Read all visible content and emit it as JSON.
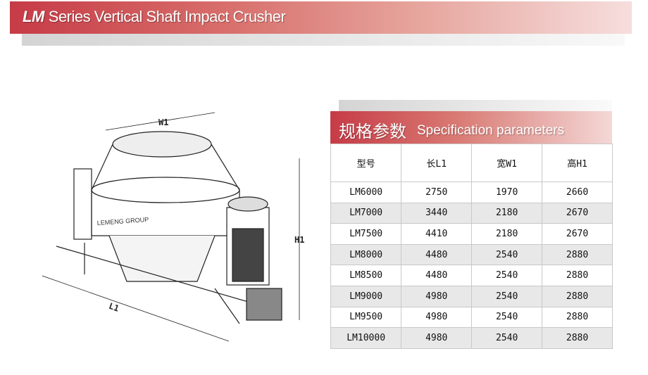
{
  "banner": {
    "prefix": "LM",
    "title": "Series Vertical Shaft Impact Crusher"
  },
  "drawing": {
    "w_label": "W1",
    "h_label": "H1",
    "l_label": "L1",
    "logo_text": "LEMENG GROUP"
  },
  "spec": {
    "title_cn": "规格参数",
    "title_en": "Specification parameters",
    "headers": [
      "型号",
      "长L1",
      "宽W1",
      "高H1"
    ],
    "rows": [
      [
        "LM6000",
        "2750",
        "1970",
        "2660"
      ],
      [
        "LM7000",
        "3440",
        "2180",
        "2670"
      ],
      [
        "LM7500",
        "4410",
        "2180",
        "2670"
      ],
      [
        "LM8000",
        "4480",
        "2540",
        "2880"
      ],
      [
        "LM8500",
        "4480",
        "2540",
        "2880"
      ],
      [
        "LM9000",
        "4980",
        "2540",
        "2880"
      ],
      [
        "LM9500",
        "4980",
        "2540",
        "2880"
      ],
      [
        "LM10000",
        "4980",
        "2540",
        "2880"
      ]
    ]
  }
}
